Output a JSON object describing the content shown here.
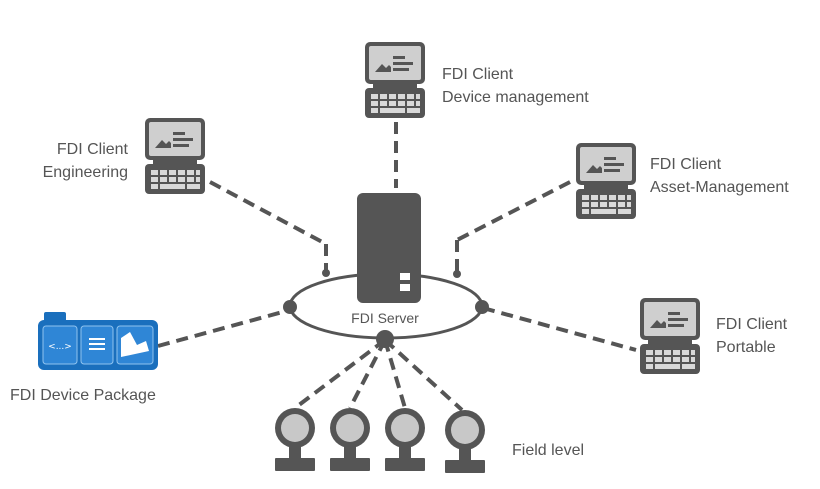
{
  "server": {
    "label": "FDI Server"
  },
  "clients": [
    {
      "line1": "FDI Client",
      "line2": "Device management"
    },
    {
      "line1": "FDI Client",
      "line2": "Engineering"
    },
    {
      "line1": "FDI Client",
      "line2": "Asset-Management"
    },
    {
      "line1": "FDI Client",
      "line2": "Portable"
    }
  ],
  "device_package": {
    "label": "FDI Device Package",
    "icon_text": "<...>"
  },
  "field_level": {
    "label": "Field level"
  },
  "colors": {
    "dark_gray": "#555555",
    "screen_light": "#cfcfcf",
    "package_blue": "#1a6fbd",
    "sensor_light": "#c8c8c8"
  }
}
